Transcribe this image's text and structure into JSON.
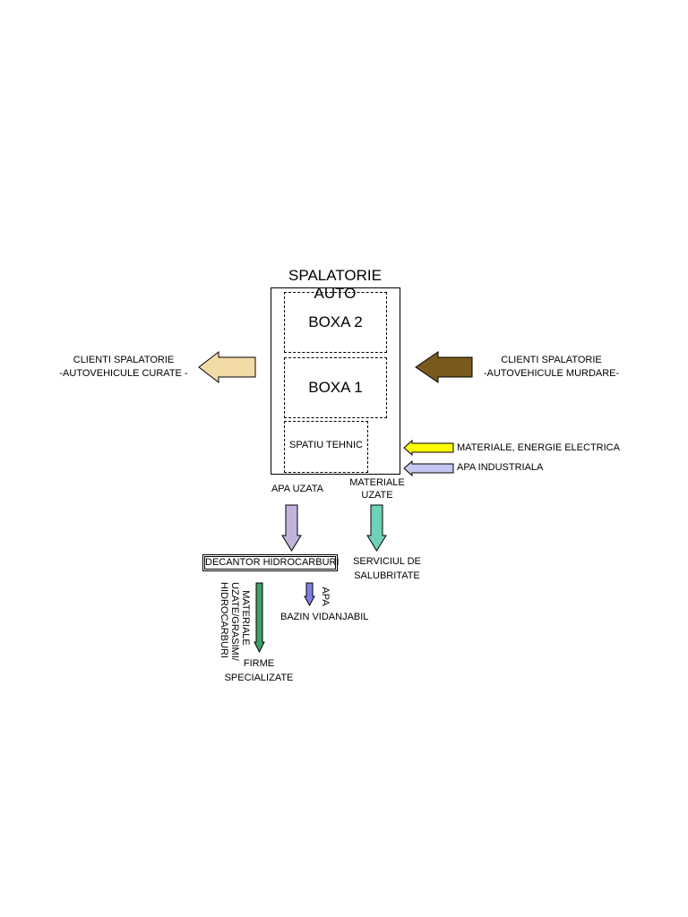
{
  "title": "SPALATORIE AUTO",
  "boxes": {
    "boxa2": "BOXA 2",
    "boxa1": "BOXA 1",
    "tehnic": "SPATIU TEHNIC"
  },
  "clients_left": {
    "line1": "CLIENTI SPALATORIE",
    "line2": "-AUTOVEHICULE CURATE -"
  },
  "clients_right": {
    "line1": "CLIENTI SPALATORIE",
    "line2": "-AUTOVEHICULE MURDARE-"
  },
  "inputs": {
    "materials": "MATERIALE, ENERGIE ELECTRICA",
    "water": "APA INDUSTRIALA"
  },
  "outputs": {
    "apa_uzata": "APA UZATA",
    "materiale_uzate": {
      "line1": "MATERIALE",
      "line2": "UZATE"
    }
  },
  "decantor": "DECANTOR HIDROCARBURI",
  "salubritate": {
    "line1": "SERVICIUL DE",
    "line2": "SALUBRITATE"
  },
  "decantor_outputs": {
    "materiale": {
      "line1": "MATERIALE",
      "line2": "UZATE/GRASIMI/",
      "line3": "HIDROCARBURI"
    },
    "apa": "APA",
    "bazin": "BAZIN VIDANJABIL",
    "firme": {
      "line1": "FIRME",
      "line2": "SPECIALIZATE"
    }
  },
  "colors": {
    "arrow_clean_cars": "#f3dba7",
    "arrow_dirty_cars": "#7a5a1c",
    "arrow_materials": "#ffff00",
    "arrow_water": "#c6c6f2",
    "arrow_apa_uzata": "#c3b3dc",
    "arrow_materiale_uzate": "#6fd1b9",
    "arrow_firme": "#3fa06a",
    "arrow_apa_bazin": "#7f7fe6"
  },
  "icons": {
    "clean_cars": "arrow-left-icon",
    "dirty_cars": "arrow-left-icon",
    "materials": "arrow-left-icon",
    "water": "arrow-left-icon",
    "apa_uzata": "arrow-down-icon",
    "materiale_uzate": "arrow-down-icon",
    "firme": "arrow-down-icon",
    "apa_bazin": "arrow-down-icon"
  }
}
